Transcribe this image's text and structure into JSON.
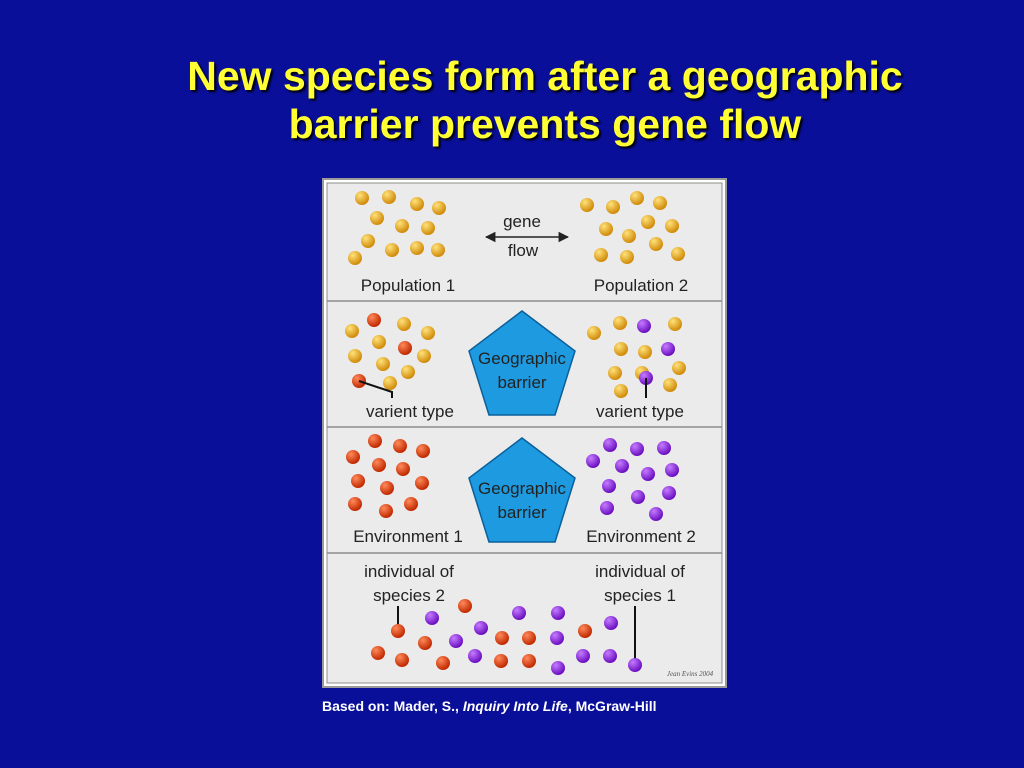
{
  "slide": {
    "title_line1": "New species form after a geographic",
    "title_line2": "barrier prevents gene flow",
    "caption_prefix": "Based on: Mader, S., ",
    "caption_book": "Inquiry Into Life",
    "caption_suffix": ", McGraw-Hill"
  },
  "diagram": {
    "panel1": {
      "gene": "gene",
      "flow": "flow",
      "left_label": "Population 1",
      "right_label": "Population 2"
    },
    "panel2": {
      "barrier_line1": "Geographic",
      "barrier_line2": "barrier",
      "left_label": "varient type",
      "right_label": "varient type"
    },
    "panel3": {
      "barrier_line1": "Geographic",
      "barrier_line2": "barrier",
      "left_label": "Environment 1",
      "right_label": "Environment 2"
    },
    "panel4": {
      "left_line1": "individual of",
      "left_line2": "species 2",
      "right_line1": "individual of",
      "right_line2": "species 1"
    },
    "signature": "Jean Evins 2004",
    "colors": {
      "gold": "#e8a81a",
      "red": "#e33a10",
      "purple": "#8a22d6",
      "barrier": "#1e9be0",
      "panel_bg": "#ebebeb"
    }
  }
}
